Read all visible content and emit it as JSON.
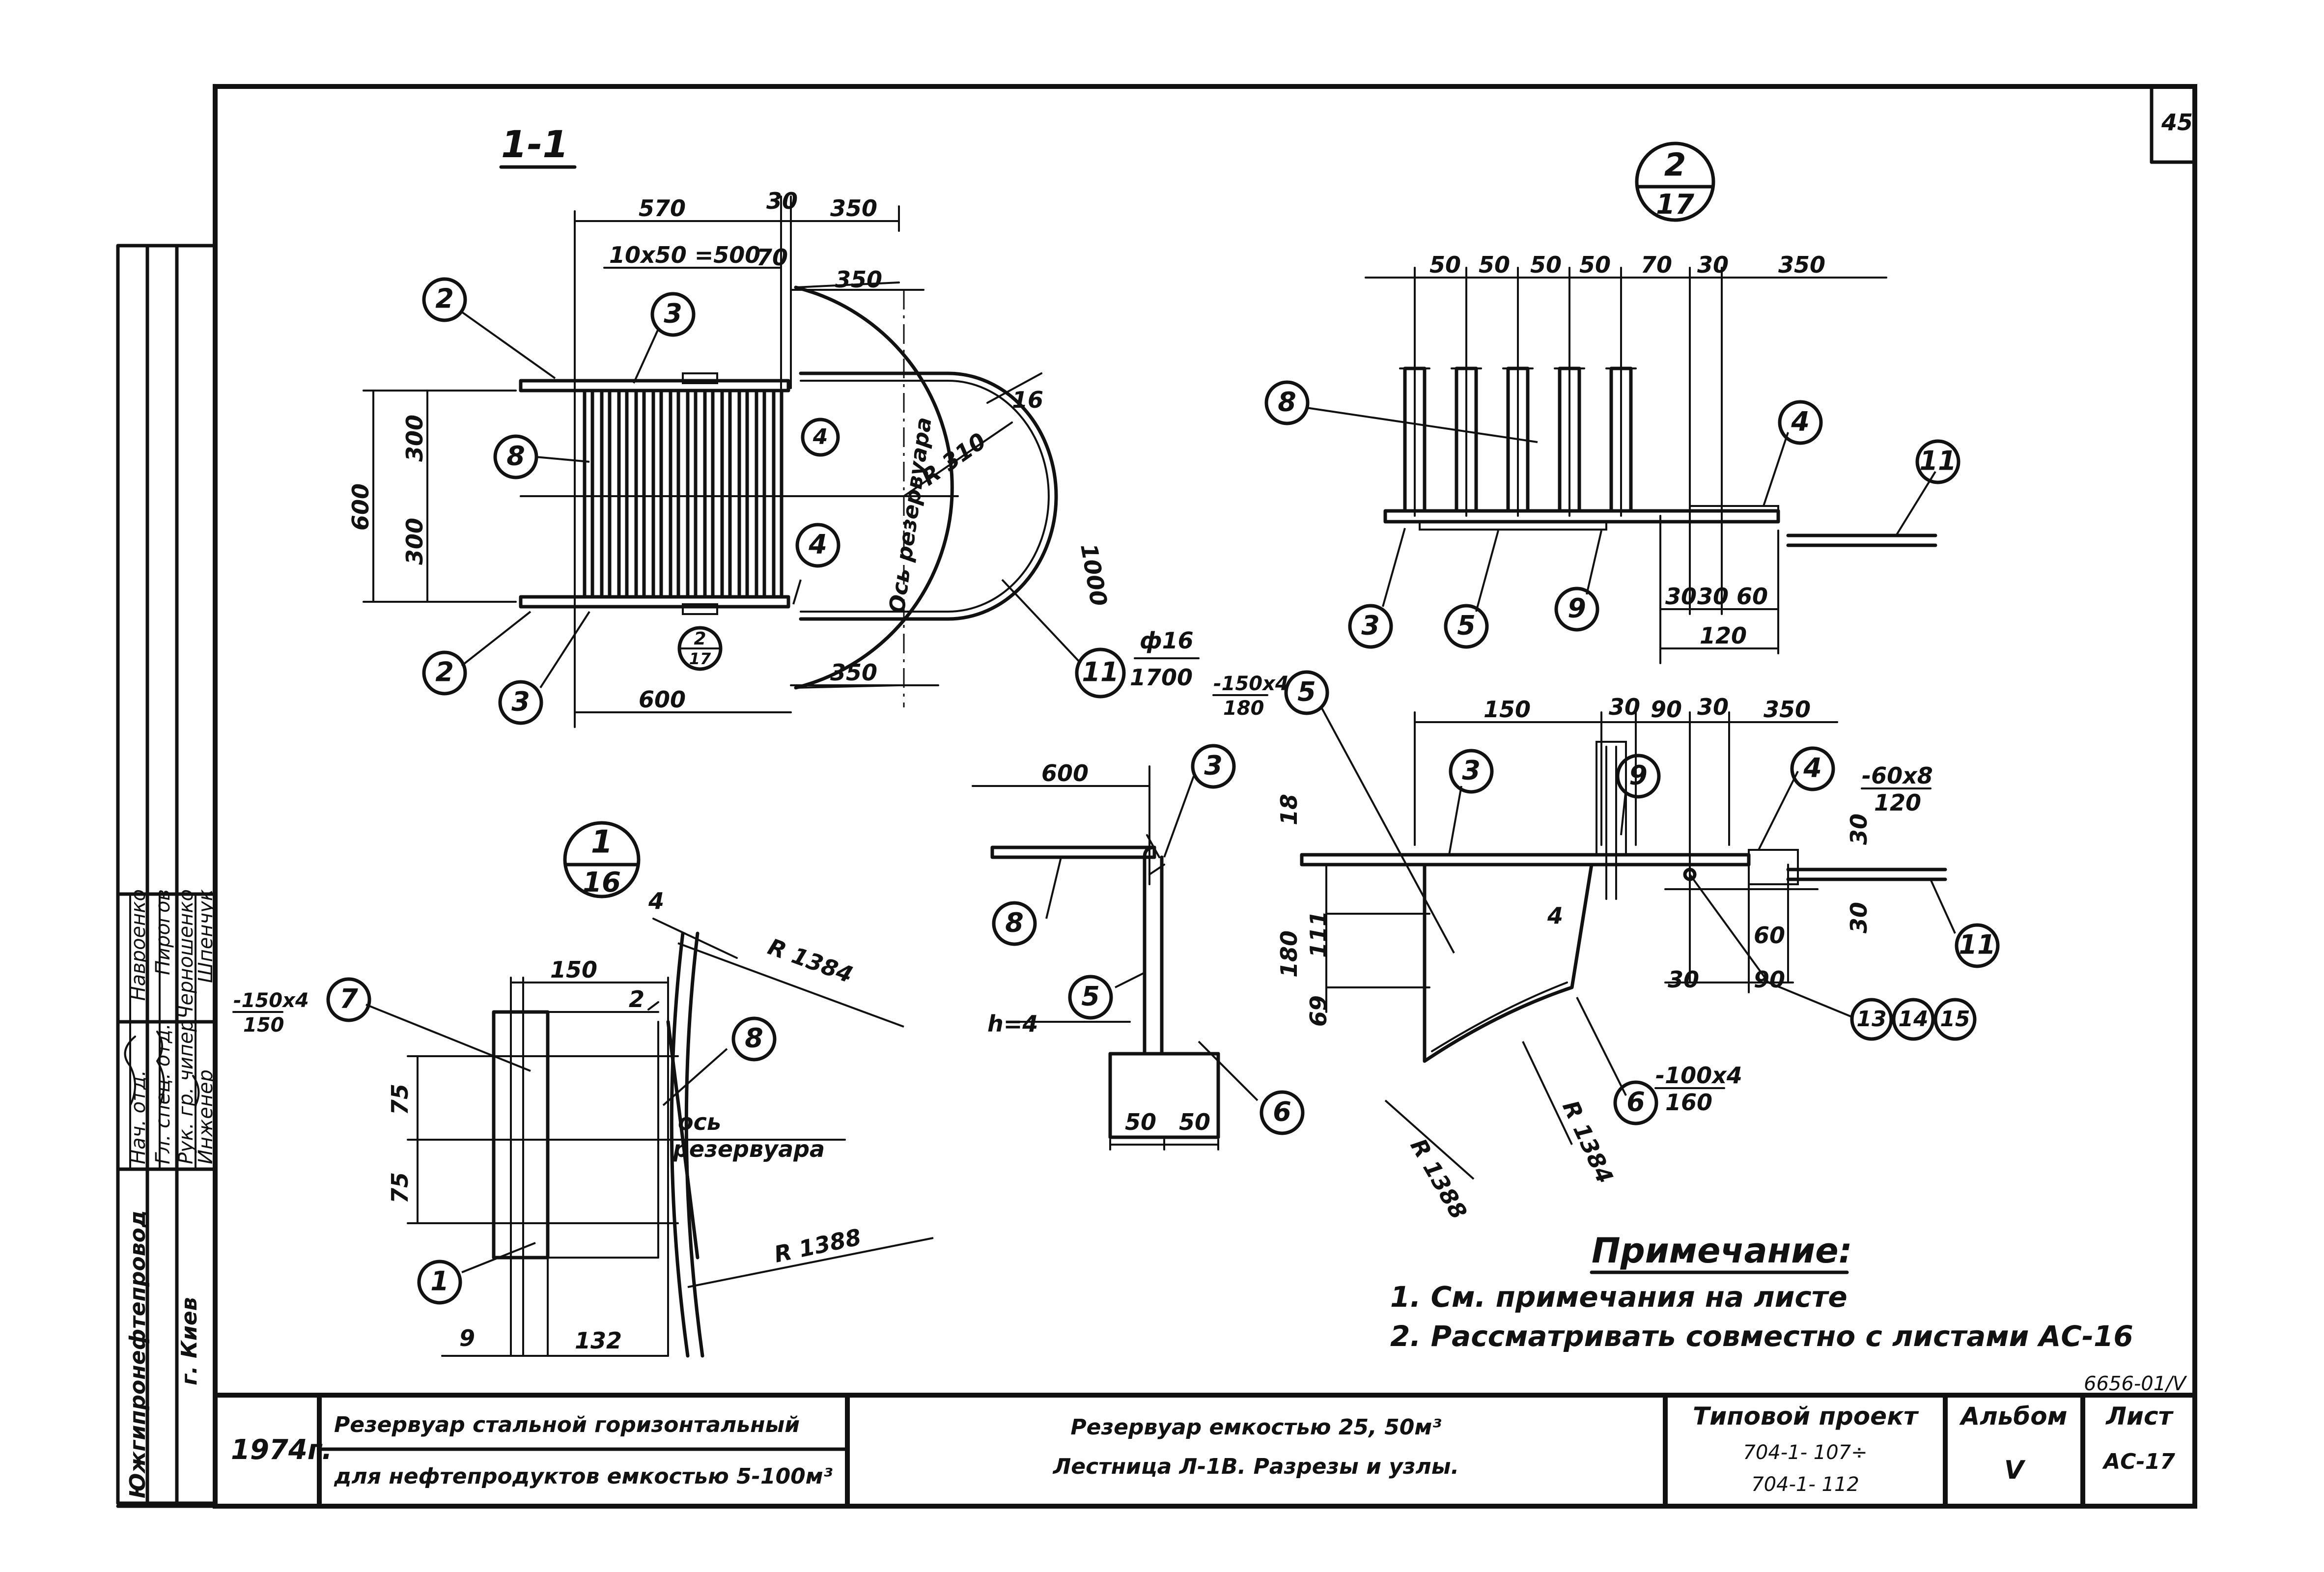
{
  "sheet_number": "45",
  "sections": {
    "s11": "1-1",
    "s2_num": "2",
    "s2_den": "17",
    "s1_num": "1",
    "s1_den": "16",
    "ref_num": "2",
    "ref_den": "17"
  },
  "dims_11": {
    "d570": "570",
    "d30": "30",
    "d350a": "350",
    "d10x50": "10x50 =500",
    "d70": "70",
    "d350b": "350",
    "d600v": "600",
    "d300a": "300",
    "d300b": "300",
    "r310": "R 310",
    "d16": "16",
    "d1000": "1000",
    "axis": "Ось резервуара",
    "d350c": "350",
    "d600h": "600",
    "rod_a": "ф16",
    "rod_b": "1700"
  },
  "dims_2": {
    "d50a": "50",
    "d50b": "50",
    "d50c": "50",
    "d50d": "50",
    "d70": "70",
    "d30": "30",
    "d350": "350",
    "d30b": "30",
    "d30c": "30",
    "d60": "60",
    "d120": "120"
  },
  "dims_1": {
    "plate_a": "-150x4",
    "plate_b": "150",
    "d150": "150",
    "d2": "2",
    "d4": "4",
    "r1384": "R 1384",
    "d75a": "75",
    "d75b": "75",
    "axis_a": "ось",
    "axis_b": "резервуара",
    "r1388": "R 1388",
    "d9": "9",
    "d132": "132"
  },
  "dims_mid": {
    "d600": "600",
    "h4": "h=4",
    "d50a": "50",
    "d50b": "50"
  },
  "dims_right": {
    "plate5_a": "-150x4",
    "plate5_b": "180",
    "d150": "150",
    "d30": "30",
    "d90": "90",
    "d30b": "30",
    "d350": "350",
    "plate4_a": "-60x8",
    "plate4_b": "120",
    "d18": "18",
    "d30v": "30",
    "d30v2": "30",
    "d180": "180",
    "d111": "111",
    "d69": "69",
    "d4": "4",
    "d60": "60",
    "d30h": "30",
    "d90h": "90",
    "plate6_a": "-100x4",
    "plate6_b": "160",
    "r1384": "R 1384",
    "r1388": "R 1388"
  },
  "markers": {
    "m1": "1",
    "m2": "2",
    "m3": "3",
    "m4": "4",
    "m5": "5",
    "m6": "6",
    "m7": "7",
    "m8": "8",
    "m9": "9",
    "m11": "11",
    "m13": "13",
    "m14": "14",
    "m15": "15"
  },
  "notes": {
    "title": "Примечание:",
    "n1": "1. См. примечания на листе",
    "n2": "2. Рассматривать совместно с листами АС-16"
  },
  "stamp_side": {
    "r1": "Нач. отд.",
    "r2": "Гл. спец. отд.",
    "r3": "Рук. гр. чипер",
    "r4": "Инженер",
    "n1": "Навроенко",
    "n2": "Пирогов",
    "n3": "Черношенко",
    "n4": "Шпенчук",
    "org_a": "Южгипронефтепровод",
    "org_b": "г. Киев"
  },
  "title_block": {
    "year": "1974г.",
    "desc_a": "Резервуар стальной горизонтальный",
    "desc_b": "для нефтепродуктов емкостью 5-100м³",
    "title_a": "Резервуар емкостью 25, 50м³",
    "title_b": "Лестница Л-1В. Разрезы и узлы.",
    "proj_label": "Типовой проект",
    "proj_a": "704-1- 107÷",
    "proj_b": "704-1- 112",
    "album_label": "Альбом",
    "album_val": "V",
    "sheet_label": "Лист",
    "sheet_val": "АС-17",
    "code": "6656-01/V"
  }
}
